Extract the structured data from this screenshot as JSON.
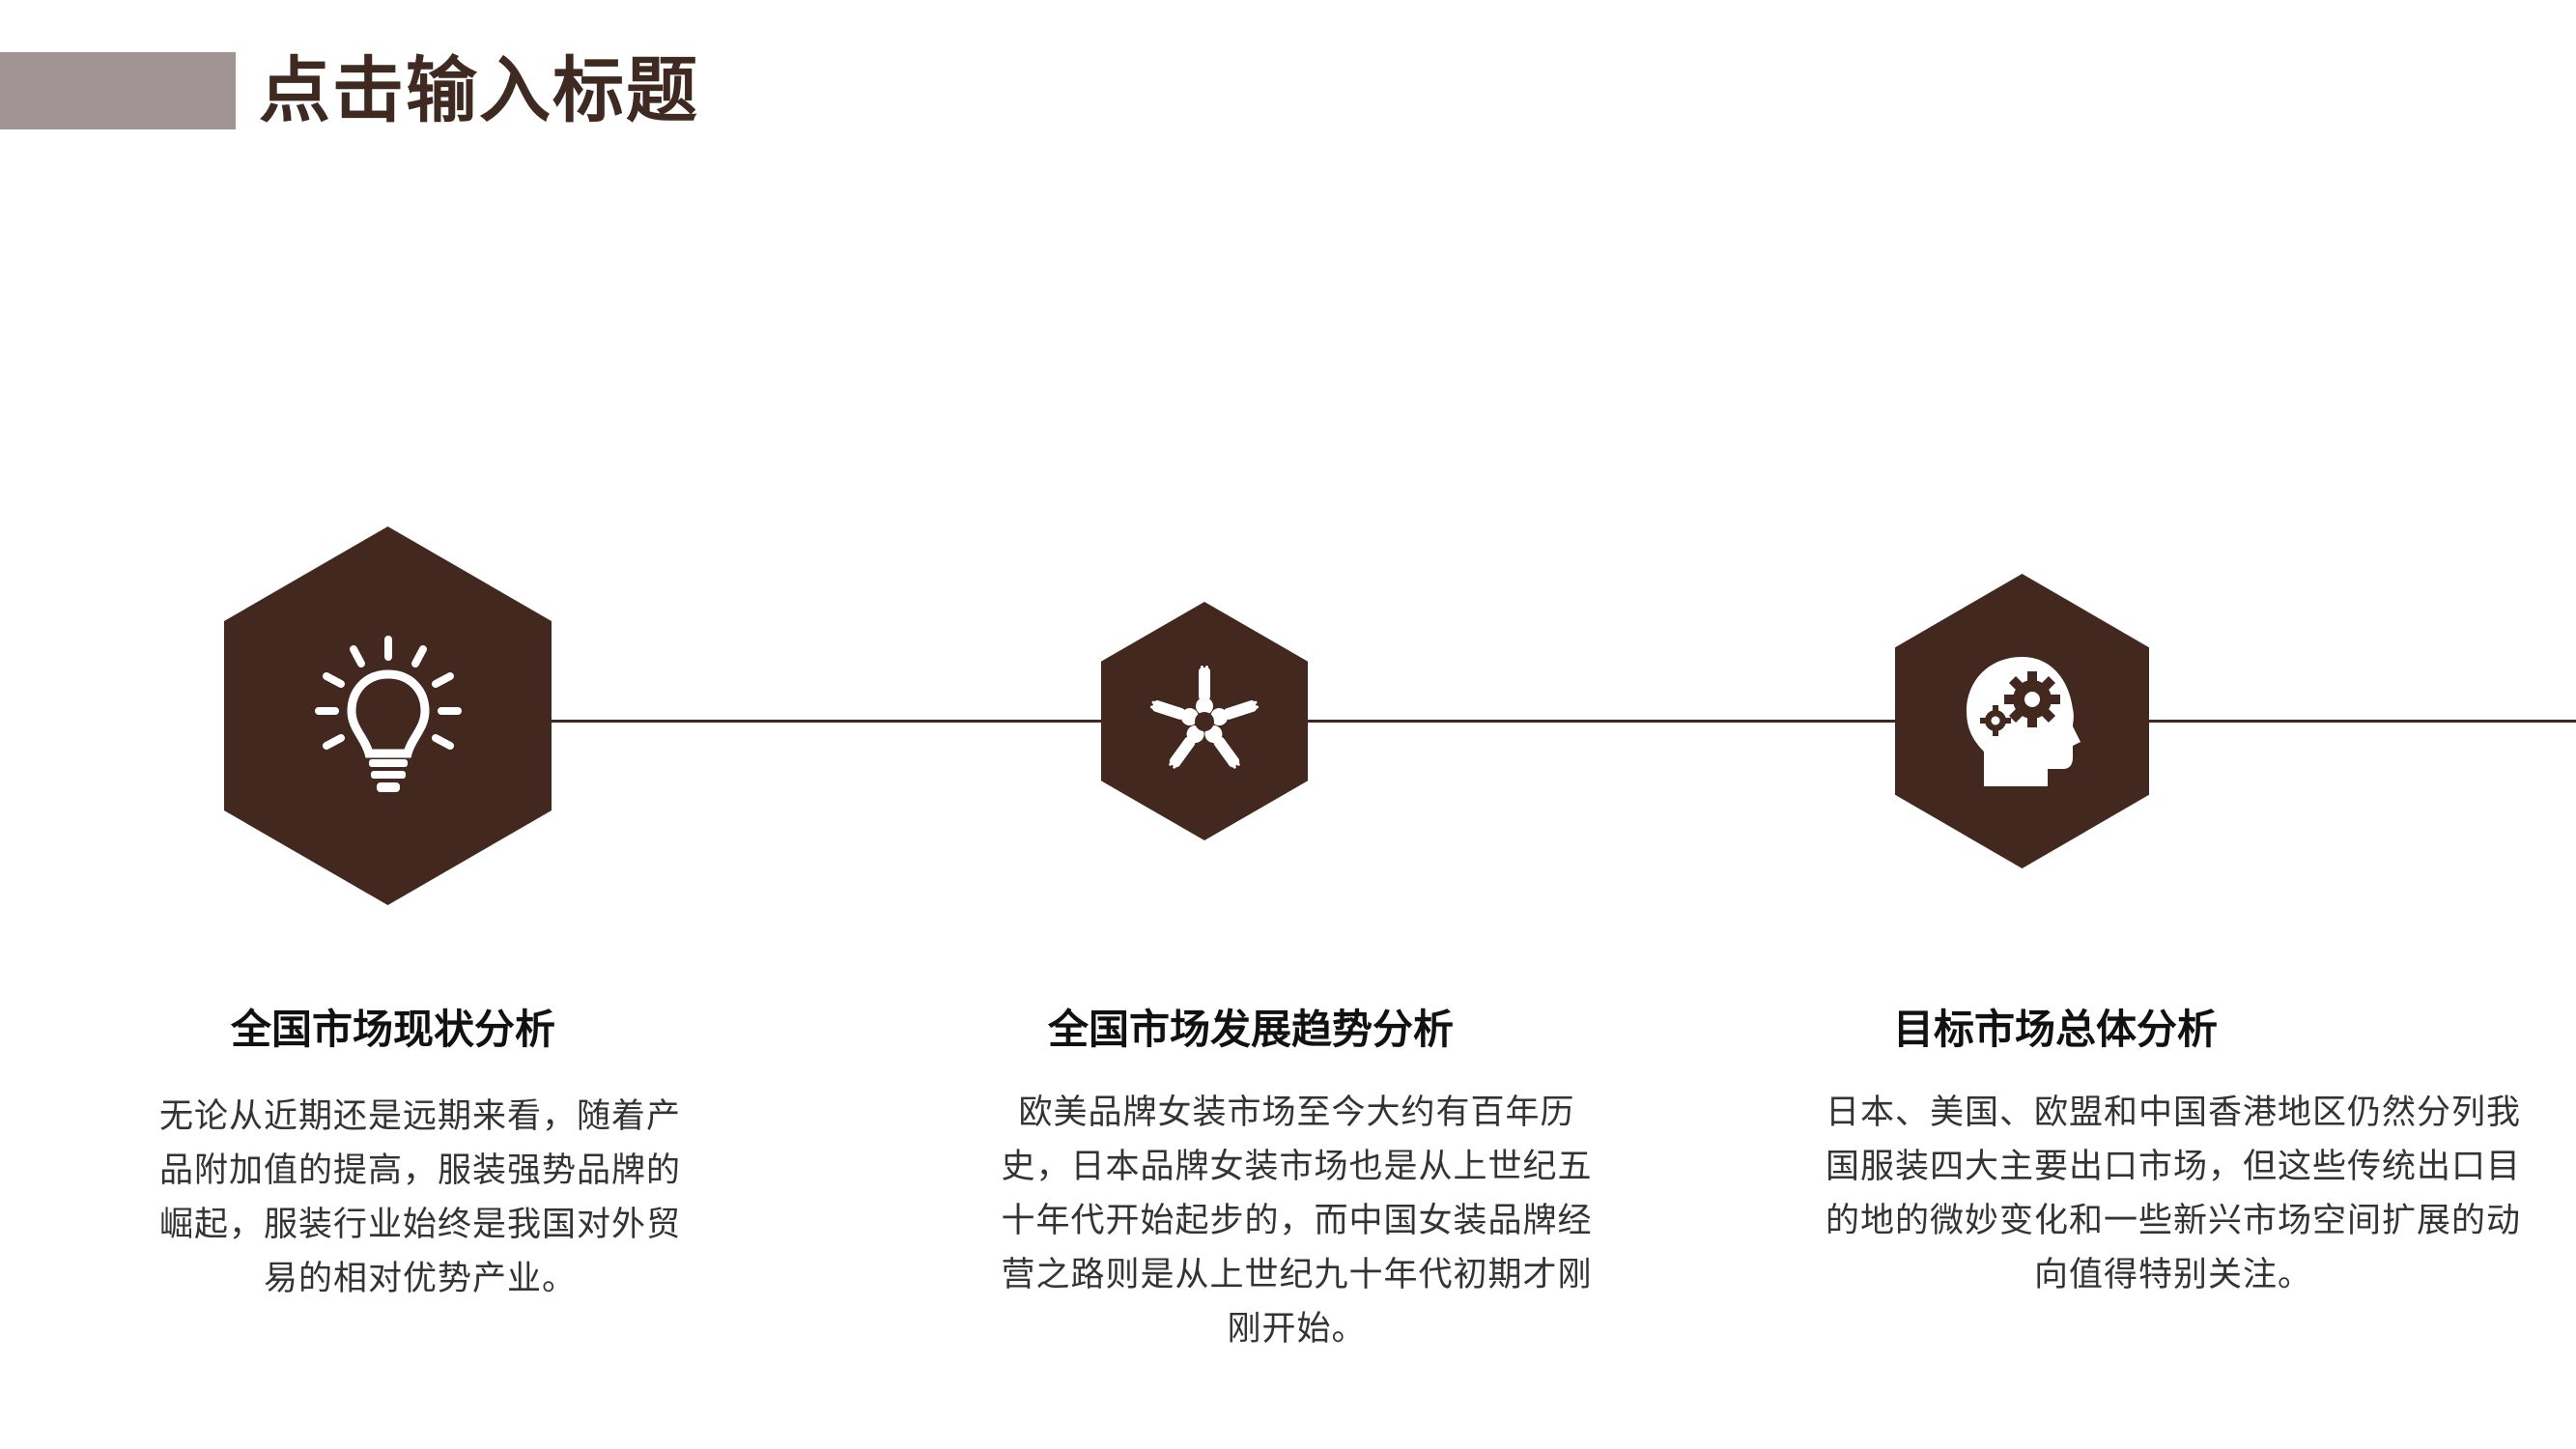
{
  "header": {
    "title": "点击输入标题",
    "accent_color": "#a09494",
    "title_color": "#3f2a22"
  },
  "theme": {
    "hex_color": "#42281f",
    "line_color": "#42281f"
  },
  "items": [
    {
      "icon": "lightbulb-icon",
      "title": "全国市场现状分析",
      "text": "无论从近期还是远期来看，随着产品附加值的提高，服装强势品牌的崛起，服装行业始终是我国对外贸易的相对优势产业。"
    },
    {
      "icon": "teamwork-hands-icon",
      "title": "全国市场发展趋势分析",
      "text": "欧美品牌女装市场至今大约有百年历史，日本品牌女装市场也是从上世纪五十年代开始起步的，而中国女装品牌经营之路则是从上世纪九十年代初期才刚刚开始。"
    },
    {
      "icon": "head-gears-icon",
      "title": "目标市场总体分析",
      "text": "日本、美国、欧盟和中国香港地区仍然分列我国服装四大主要出口市场，但这些传统出口目的地的微妙变化和一些新兴市场空间扩展的动向值得特别关注。"
    }
  ]
}
